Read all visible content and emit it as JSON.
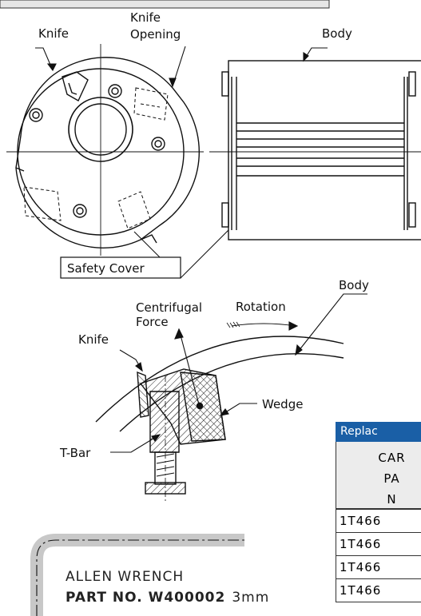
{
  "labels": {
    "knife_top": "Knife",
    "knife_opening_1": "Knife",
    "knife_opening_2": "Opening",
    "body_top": "Body",
    "safety_cover": "Safety Cover",
    "body_lower": "Body",
    "centrifugal_1": "Centrifugal",
    "centrifugal_2": "Force",
    "rotation": "Rotation",
    "knife_lower": "Knife",
    "wedge": "Wedge",
    "t_bar": "T-Bar"
  },
  "allen_wrench": {
    "name": "ALLEN WRENCH",
    "part_prefix": "PART NO. W400002",
    "size": "3mm"
  },
  "table": {
    "header": "Replac",
    "subheader_lines": [
      "CAR",
      "PA",
      "N"
    ],
    "rows": [
      "1T466",
      "1T466",
      "1T466",
      "1T466"
    ]
  },
  "colors": {
    "table_header": "#1a5fa6",
    "table_subheader": "#ececec",
    "wrench_gray": "#c8c8c8"
  }
}
